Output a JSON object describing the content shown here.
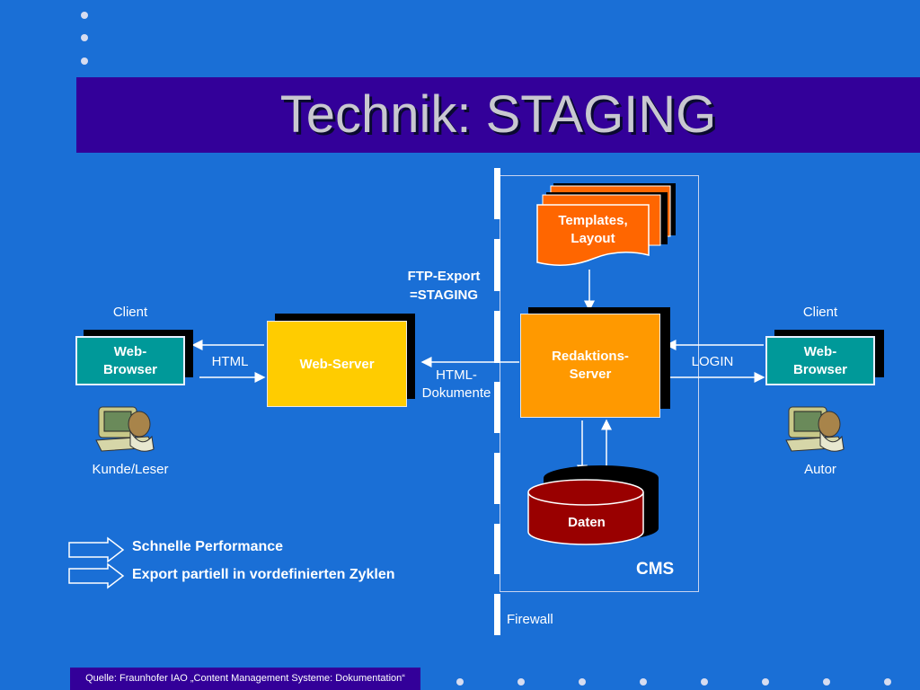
{
  "title": "Technik: STAGING",
  "labels": {
    "client_left": "Client",
    "client_right": "Client",
    "web_browser_left": "Web-\nBrowser",
    "web_browser_right": "Web-\nBrowser",
    "html": "HTML",
    "web_server": "Web-Server",
    "ftp_export": "FTP-Export\n=STAGING",
    "html_dokumente": "HTML-\nDokumente",
    "templates": "Templates,\nLayout",
    "redaktions_server": "Redaktions-\nServer",
    "login": "LOGIN",
    "daten": "Daten",
    "cms": "CMS",
    "firewall": "Firewall",
    "kunde": "Kunde/Leser",
    "autor": "Autor"
  },
  "bullets": [
    "Schnelle Performance",
    "Export partiell in vordefinierten Zyklen"
  ],
  "source": "Quelle: Fraunhofer IAO „Content Management Systeme: Dokumentation“",
  "icons": [
    "computer-user-icon",
    "computer-user-icon",
    "arrow-right-icon",
    "arrow-right-icon"
  ],
  "colors": {
    "background": "#1a6fd6",
    "title_bar": "#330099",
    "teal": "#009999",
    "yellow": "#ffcc00",
    "orange": "#ff9900",
    "templates": "#ff6600",
    "daten": "#990000"
  }
}
